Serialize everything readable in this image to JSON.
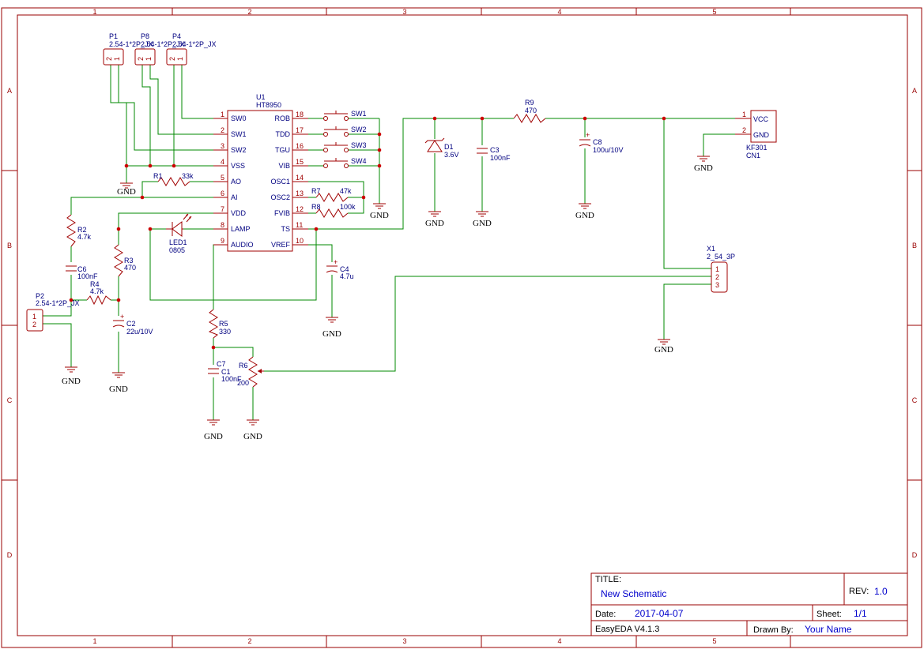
{
  "sheet_zones": {
    "columns": [
      "1",
      "2",
      "3",
      "4",
      "5"
    ],
    "rows": [
      "A",
      "B",
      "C",
      "D"
    ]
  },
  "ic": {
    "ref": "U1",
    "value": "HT8950",
    "left_pins": [
      {
        "num": "1",
        "name": "SW0"
      },
      {
        "num": "2",
        "name": "SW1"
      },
      {
        "num": "3",
        "name": "SW2"
      },
      {
        "num": "4",
        "name": "VSS"
      },
      {
        "num": "5",
        "name": "AO"
      },
      {
        "num": "6",
        "name": "AI"
      },
      {
        "num": "7",
        "name": "VDD"
      },
      {
        "num": "8",
        "name": "LAMP"
      },
      {
        "num": "9",
        "name": "AUDIO"
      }
    ],
    "right_pins": [
      {
        "num": "18",
        "name": "ROB"
      },
      {
        "num": "17",
        "name": "TDD"
      },
      {
        "num": "16",
        "name": "TGU"
      },
      {
        "num": "15",
        "name": "VIB"
      },
      {
        "num": "14",
        "name": "OSC1"
      },
      {
        "num": "13",
        "name": "OSC2"
      },
      {
        "num": "12",
        "name": "FVIB"
      },
      {
        "num": "11",
        "name": "TS"
      },
      {
        "num": "10",
        "name": "VREF"
      }
    ]
  },
  "headers": {
    "p1": {
      "ref": "P1",
      "value": "2.54-1*2P_JX"
    },
    "p8": {
      "ref": "P8",
      "value": "2.54-1*2P_JX"
    },
    "p4": {
      "ref": "P4",
      "value": "2.54-1*2P_JX"
    },
    "p2": {
      "ref": "P2",
      "value": "2.54-1*2P_JX"
    },
    "pin1": "1",
    "pin2": "2",
    "pin3": "3"
  },
  "switches": [
    "SW1",
    "SW2",
    "SW3",
    "SW4"
  ],
  "resistors": {
    "r1": {
      "ref": "R1",
      "value": "33k"
    },
    "r2": {
      "ref": "R2",
      "value": "4.7k"
    },
    "r3": {
      "ref": "R3",
      "value": "470"
    },
    "r4": {
      "ref": "R4",
      "value": "4.7k"
    },
    "r5": {
      "ref": "R5",
      "value": "330"
    },
    "r6": {
      "ref": "R6",
      "value": "200"
    },
    "r7": {
      "ref": "R7",
      "value": "47k"
    },
    "r8": {
      "ref": "R8",
      "value": "100k"
    },
    "r9": {
      "ref": "R9",
      "value": "470"
    }
  },
  "capacitors": {
    "c1": {
      "ref": "C1",
      "value": "100nF"
    },
    "c7": {
      "ref": "C7"
    },
    "c2": {
      "ref": "C2",
      "value": "22u/10V"
    },
    "c3": {
      "ref": "C3",
      "value": "100nF"
    },
    "c4": {
      "ref": "C4",
      "value": "4.7u"
    },
    "c6": {
      "ref": "C6",
      "value": "100nF"
    },
    "c8": {
      "ref": "C8",
      "value": "100u/10V"
    }
  },
  "led": {
    "ref": "LED1",
    "value": "0805"
  },
  "diode": {
    "ref": "D1",
    "value": "3.6V"
  },
  "connector_cn1": {
    "ref": "CN1",
    "value": "KF301",
    "pin_vcc": "VCC",
    "pin_gnd": "GND"
  },
  "connector_x1": {
    "ref": "X1",
    "value": "2_54_3P"
  },
  "ground_label": "GND",
  "title_block": {
    "title_label": "TITLE:",
    "title": "New Schematic",
    "rev_label": "REV:",
    "rev": "1.0",
    "date_label": "Date:",
    "date": "2017-04-07",
    "sheet_label": "Sheet:",
    "sheet": "1/1",
    "tool": "EasyEDA V4.1.3",
    "drawn_label": "Drawn By:",
    "drawn_by": "Your Name"
  },
  "colors": {
    "wire": "#008800",
    "part": "#a00000",
    "text": "#000080",
    "frame": "#990000"
  }
}
